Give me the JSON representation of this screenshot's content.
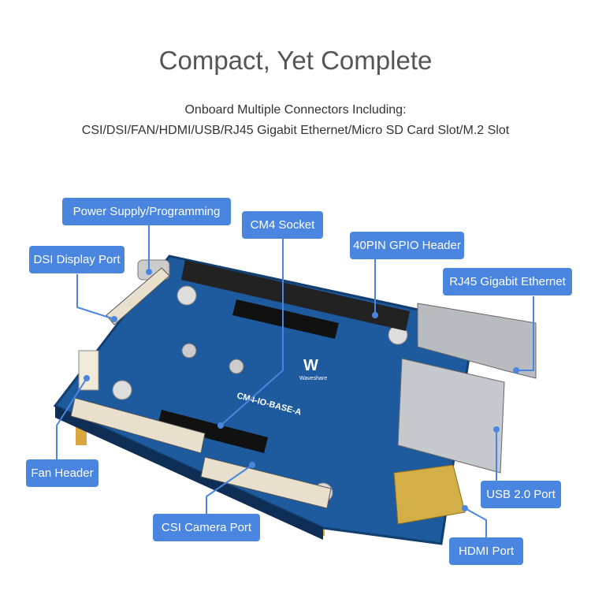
{
  "header": {
    "title": "Compact, Yet Complete",
    "subtitle_line1": "Onboard Multiple Connectors Including:",
    "subtitle_line2": "CSI/DSI/FAN/HDMI/USB/RJ45 Gigabit Ethernet/Micro SD Card Slot/M.2 Slot"
  },
  "labels": {
    "power": "Power Supply/Programming",
    "cm4": "CM4 Socket",
    "gpio": "40PIN GPIO Header",
    "dsi": "DSI Display Port",
    "rj45": "RJ45 Gigabit Ethernet",
    "fan": "Fan Header",
    "usb": "USB 2.0 Port",
    "csi": "CSI Camera Port",
    "hdmi": "HDMI Port"
  },
  "board": {
    "model": "CM4-IO-BASE-A",
    "brand": "Waveshare"
  },
  "colors": {
    "label": "#4a86e0",
    "board": "#1d5a9e",
    "title": "#555555"
  }
}
